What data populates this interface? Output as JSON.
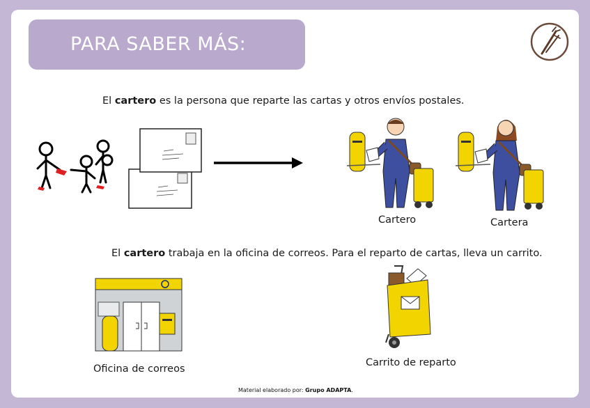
{
  "header": {
    "title": "PARA SABER MÁS:"
  },
  "sentence1": {
    "pre": "El ",
    "bold": "cartero",
    "post": "  es la persona que reparte las cartas y otros envíos postales."
  },
  "sentence2": {
    "pre": "El ",
    "bold": "cartero",
    "post": " trabaja en la oficina de correos. Para el reparto de cartas, lleva un carrito."
  },
  "captions": {
    "cartero": "Cartero",
    "cartera": "Cartera",
    "oficina": "Oficina de correos",
    "carrito": "Carrito de reparto"
  },
  "footer": {
    "pre": "Material elaborado por: ",
    "bold": "Grupo ADAPTA",
    "post": "."
  },
  "icons": [
    "logo-icon",
    "people-exchange-icon",
    "envelopes-icon",
    "arrow-right-icon",
    "postman-icon",
    "postwoman-icon",
    "post-office-icon",
    "mail-cart-icon"
  ],
  "colors": {
    "accent": "#b9a9cd",
    "frame": "#c4b7d6",
    "postal_yellow": "#f2d500",
    "uniform_blue": "#3f4fa0"
  }
}
